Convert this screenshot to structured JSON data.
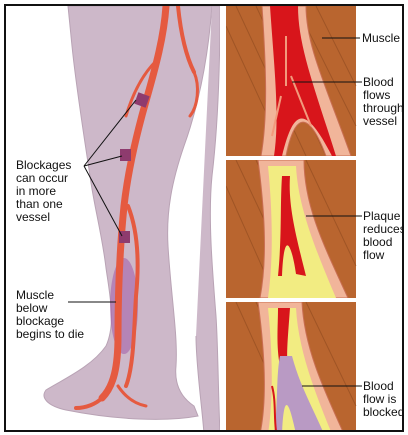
{
  "left_panel": {
    "blockages_label": "Blockages\ncan occur\nin more\nthan one\nvessel",
    "muscle_die_label": "Muscle\nbelow\nblockage\nbegins to die"
  },
  "panels": [
    {
      "labels": [
        {
          "key": "muscle",
          "text": "Muscle"
        },
        {
          "key": "blood_flows",
          "text": "Blood\nflows\nthrough\nvessel"
        }
      ]
    },
    {
      "labels": [
        {
          "key": "plaque",
          "text": "Plaque\nreduces\nblood\nflow"
        }
      ]
    },
    {
      "labels": [
        {
          "key": "blocked",
          "text": "Blood\nflow is\nblocked"
        }
      ]
    }
  ],
  "colors": {
    "leg_skin": "#cdb8c9",
    "artery": "#e55a40",
    "artery_light": "#f3a78f",
    "blood": "#d8151b",
    "plaque": "#f2ec82",
    "clot": "#b99ac4",
    "muscle": "#b9652f",
    "vessel_wall": "#f1b59a"
  }
}
